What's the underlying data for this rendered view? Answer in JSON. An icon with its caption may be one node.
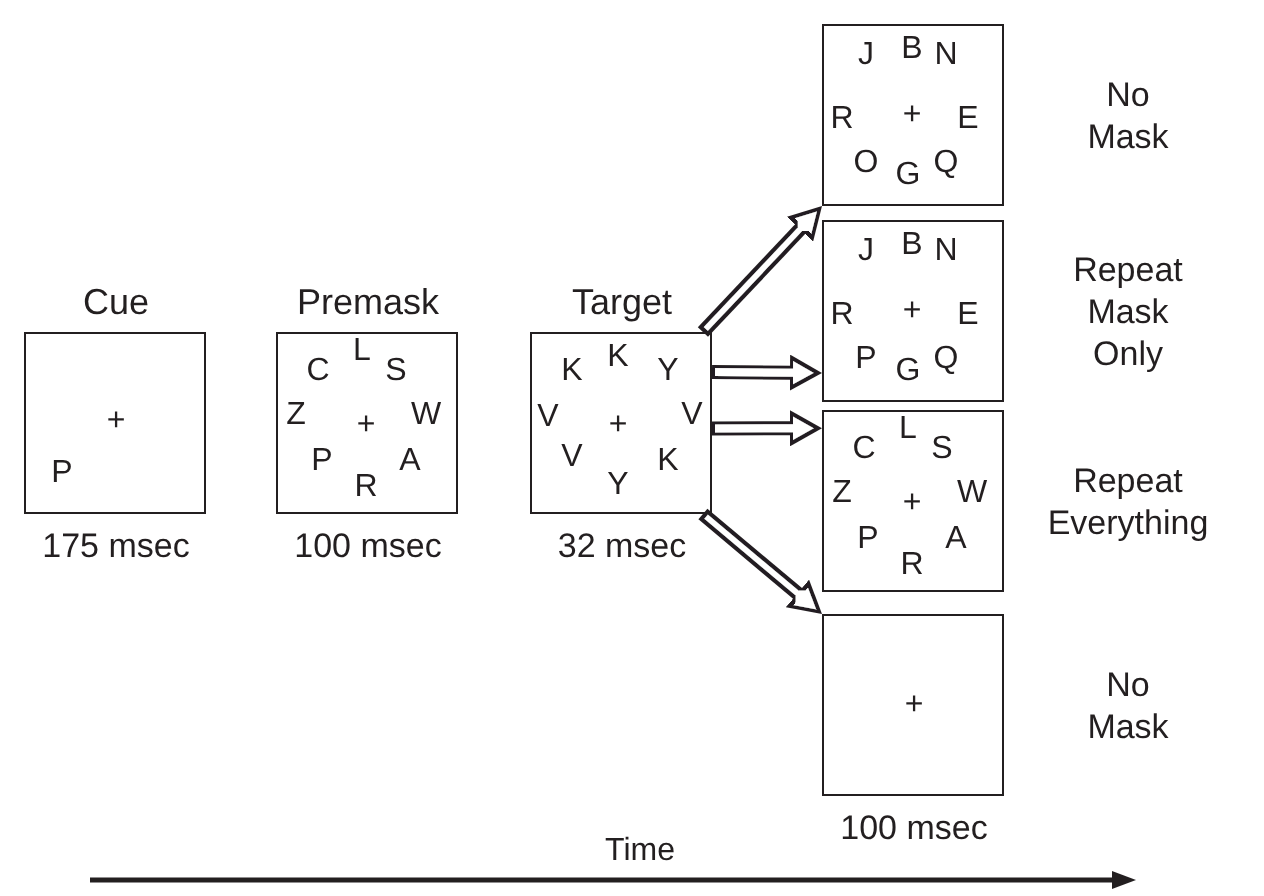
{
  "diagram": {
    "nodes": [
      {
        "text": [
          "Cue",
          "P",
          "+"
        ],
        "beside": [
          "175 msec"
        ]
      },
      {
        "text": [
          "Premask",
          "C",
          "L",
          "S",
          "Z",
          "+",
          "W",
          "P",
          "R",
          "A"
        ],
        "beside": [
          "100 msec"
        ]
      },
      {
        "text": [
          "Target",
          "K",
          "K",
          "Y",
          "V",
          "+",
          "V",
          "V",
          "Y",
          "K"
        ],
        "beside": [
          "32 msec"
        ]
      },
      {
        "text": [
          "J",
          "B",
          "N",
          "R",
          "+",
          "E",
          "O",
          "G",
          "Q"
        ],
        "beside": [
          "No Mask"
        ]
      },
      {
        "text": [
          "J",
          "B",
          "N",
          "R",
          "+",
          "E",
          "P",
          "G",
          "Q"
        ],
        "beside": [
          "Repeat Mask Only"
        ]
      },
      {
        "text": [
          "C",
          "L",
          "S",
          "Z",
          "+",
          "W",
          "P",
          "R",
          "A"
        ],
        "beside": [
          "Repeat Everything"
        ]
      },
      {
        "text": [
          "+"
        ],
        "beside": [
          "No Mask",
          "100 msec"
        ]
      }
    ],
    "edges": [
      {
        "from": 2,
        "to": 3,
        "arrow": "to"
      },
      {
        "from": 2,
        "to": 4,
        "arrow": "to"
      },
      {
        "from": 2,
        "to": 5,
        "arrow": "to"
      },
      {
        "from": 2,
        "to": 6,
        "arrow": "to"
      }
    ],
    "labels": [
      "Time"
    ]
  }
}
